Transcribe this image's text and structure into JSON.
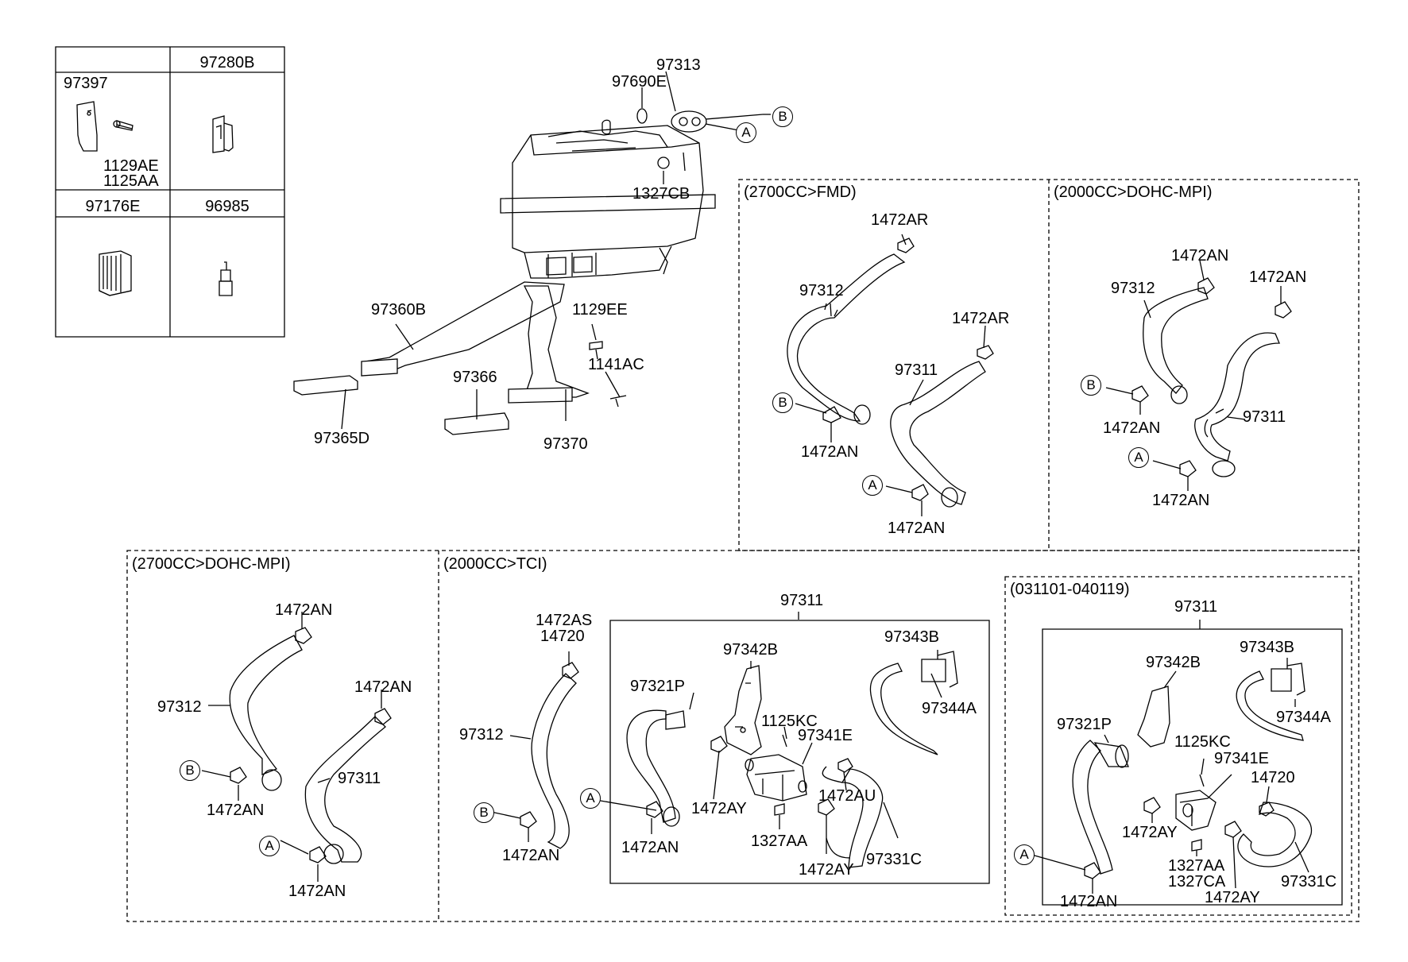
{
  "legend_box": {
    "col2_header": "97280B",
    "cell1_part": "97397",
    "cell1_sub1": "1129AE",
    "cell1_sub2": "1125AA",
    "row2_col1_header": "97176E",
    "row2_col2_header": "96985"
  },
  "top_assembly": {
    "p97313": "97313",
    "p97690E": "97690E",
    "p1327CB": "1327CB",
    "p97360B": "97360B",
    "p1129EE": "1129EE",
    "p1141AC": "1141AC",
    "p97366": "97366",
    "p97365D": "97365D",
    "p97370": "97370",
    "ref_a": "A",
    "ref_b": "B"
  },
  "sections": {
    "fmd_2700": {
      "title": "(2700CC>FMD)",
      "l1": "1472AR",
      "l2": "97312",
      "l3": "1472AR",
      "l4": "97311",
      "l5": "1472AN",
      "l6": "1472AN",
      "ref_b": "B",
      "ref_a": "A"
    },
    "dohc_2000": {
      "title": "(2000CC>DOHC-MPI)",
      "l1": "1472AN",
      "l2": "1472AN",
      "l3": "97312",
      "l4": "97311",
      "l5": "1472AN",
      "l6": "1472AN",
      "ref_b": "B",
      "ref_a": "A"
    },
    "dohc_2700": {
      "title": "(2700CC>DOHC-MPI)",
      "l1": "1472AN",
      "l2": "1472AN",
      "l3": "97312",
      "l4": "97311",
      "l5": "1472AN",
      "l6": "1472AN",
      "ref_b": "B",
      "ref_a": "A"
    },
    "tci_2000": {
      "title": "(2000CC>TCI)",
      "l1": "1472AS",
      "l2": "14720",
      "l3": "97312",
      "l4": "1472AN",
      "l5": "97311",
      "l6": "97342B",
      "l7": "97343B",
      "l8": "97344A",
      "l9": "97321P",
      "l10": "1125KC",
      "l11": "97341E",
      "l12": "1472AY",
      "l13": "1472AU",
      "l14": "1472AN",
      "l15": "1327AA",
      "l16": "97331C",
      "l17": "1472AY",
      "ref_b": "B",
      "ref_a": "A"
    },
    "date_range": {
      "title": "(031101-040119)",
      "l1": "97311",
      "l2": "97342B",
      "l3": "97343B",
      "l4": "97344A",
      "l5": "97321P",
      "l6": "1125KC",
      "l7": "97341E",
      "l8": "14720",
      "l9": "1472AY",
      "l10": "1327AA",
      "l11": "1327CA",
      "l12": "97331C",
      "l13": "1472AN",
      "l14": "1472AY",
      "ref_a": "A"
    }
  }
}
